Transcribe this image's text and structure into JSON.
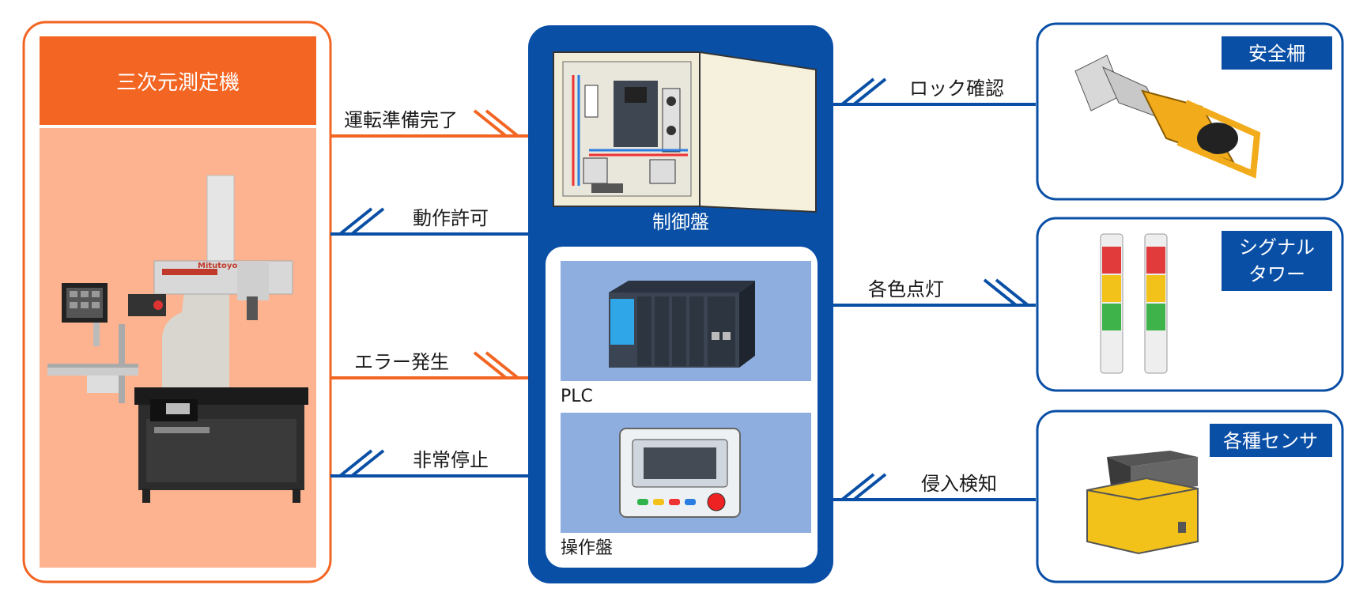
{
  "machine": {
    "title": "三次元測定機",
    "brand": "Mitutoyo"
  },
  "control_panel": {
    "label": "制御盤",
    "plc_label": "PLC",
    "operation_label": "操作盤"
  },
  "signals_left": {
    "ready": "運転準備完了",
    "permit": "動作許可",
    "error": "エラー発生",
    "estop": "非常停止"
  },
  "signals_right": {
    "lock": "ロック確認",
    "lamp": "各色点灯",
    "intrusion": "侵入検知"
  },
  "devices": {
    "fence": "安全柵",
    "tower_line1": "シグナル",
    "tower_line2": "タワー",
    "sensor": "各種センサ"
  },
  "colors": {
    "orange": "#f26522",
    "blue": "#0a4fa6",
    "peach": "#fdb38f",
    "light_blue": "#8eaee0"
  }
}
